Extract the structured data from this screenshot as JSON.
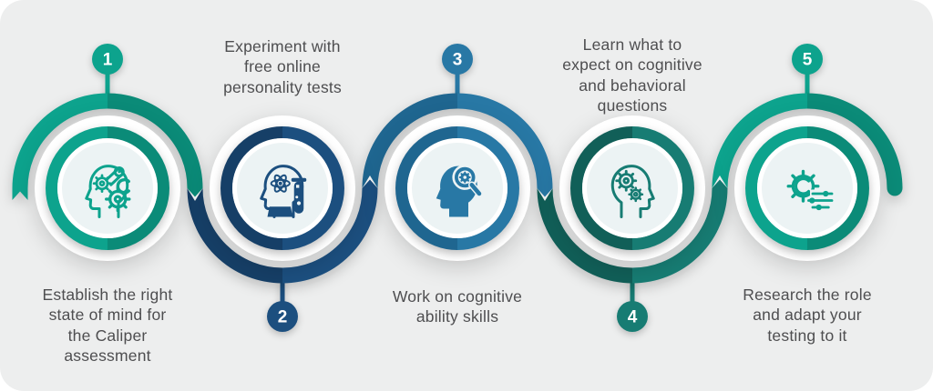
{
  "canvas": {
    "page_background": "#ffffff",
    "panel_color": "#edeeee",
    "text_color": "#4e4e50",
    "icon_circle_color": "#ecf3f4",
    "white": "#ffffff",
    "junction_gap_color": "#f4f5f5"
  },
  "steps": [
    {
      "number": "1",
      "label": "Establish the right\nstate of mind for\nthe Caliper\nassessment",
      "icon": "head-with-gears",
      "color": "#0da38d",
      "color_dark": "#0b8b78",
      "number_position": "top",
      "label_position": "bottom"
    },
    {
      "number": "2",
      "label": "Experiment with\nfree online\npersonality tests",
      "icon": "head-atom-test-tube",
      "color": "#1c4f7f",
      "color_dark": "#163f67",
      "number_position": "bottom",
      "label_position": "top"
    },
    {
      "number": "3",
      "label": "Work on cognitive\nability skills",
      "icon": "head-magnifier-gear",
      "color": "#2878a5",
      "color_dark": "#1f6690",
      "number_position": "top",
      "label_position": "bottom"
    },
    {
      "number": "4",
      "label": "Learn what to\nexpect on cognitive\nand behavioral\nquestions",
      "icon": "head-two-gears",
      "color": "#177c73",
      "color_dark": "#115f58",
      "number_position": "bottom",
      "label_position": "top"
    },
    {
      "number": "5",
      "label": "Research the role\nand adapt your\ntesting to it",
      "icon": "gear-sliders",
      "color": "#0da38d",
      "color_dark": "#0b8b78",
      "number_position": "top",
      "label_position": "bottom"
    }
  ]
}
